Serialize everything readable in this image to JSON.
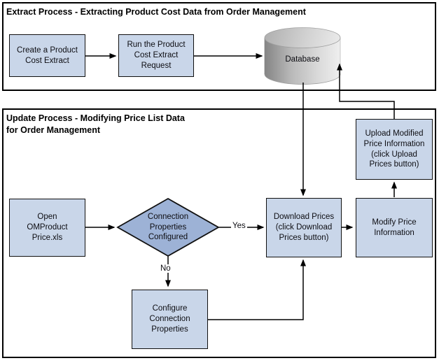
{
  "colors": {
    "node_fill": "#c9d6e9",
    "diamond_fill": "#9db2d6",
    "line_color": "#000000",
    "bg": "#ffffff"
  },
  "extract_section": {
    "title": "Extract Process - Extracting Product Cost Data from Order Management",
    "nodes": {
      "create_extract": "Create a Product\nCost Extract",
      "run_request": "Run the Product\nCost Extract\nRequest"
    },
    "database_label": "Database"
  },
  "update_section": {
    "title": "Update Process - Modifying Price List Data\nfor Order Management",
    "nodes": {
      "open_file": "Open\nOMProduct\nPrice.xls",
      "decision": "Connection\nProperties\nConfigured",
      "download": "Download Prices\n(click Download\nPrices button)",
      "modify": "Modify Price\nInformation",
      "upload": "Upload Modified\nPrice Information\n(click Upload\nPrices button)",
      "configure": "Configure\nConnection\nProperties"
    },
    "edge_labels": {
      "yes": "Yes",
      "no": "No"
    }
  }
}
